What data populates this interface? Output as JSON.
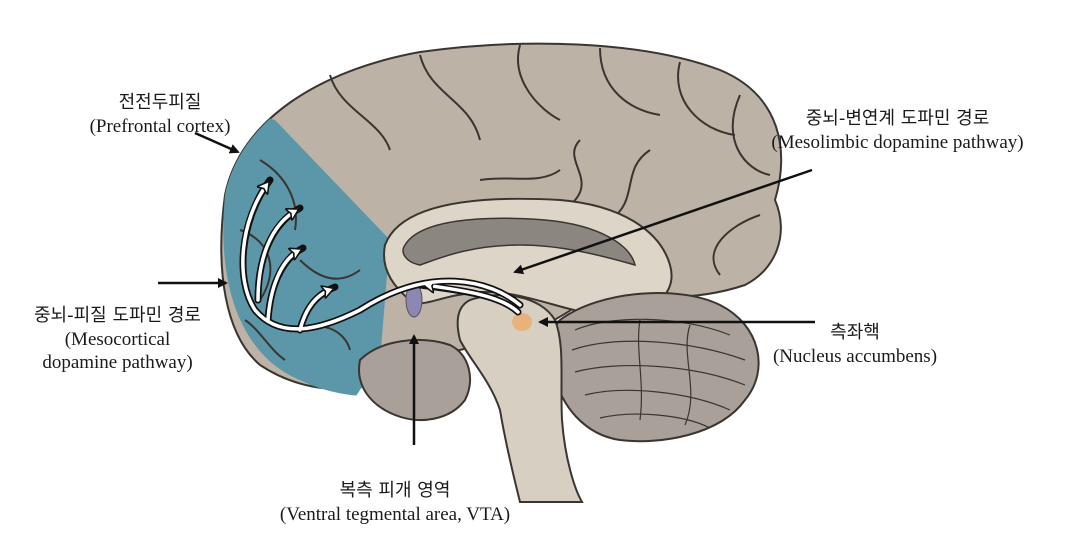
{
  "labels": {
    "pfc": {
      "ko": "전전두피질",
      "en": "(Prefrontal cortex)"
    },
    "mesolimbic": {
      "ko": "중뇌-변연계 도파민 경로",
      "en": "(Mesolimbic dopamine pathway)"
    },
    "mesocortical": {
      "ko": "중뇌-피질 도파민 경로",
      "en1": "(Mesocortical",
      "en2": "dopamine pathway)"
    },
    "nac": {
      "ko": "측좌핵",
      "en": "(Nucleus accumbens)"
    },
    "vta": {
      "ko": "복측 피개 영역",
      "en": "(Ventral tegmental area, VTA)"
    }
  },
  "colors": {
    "cortex": "#bcb3a6",
    "cortex_stroke": "#3a3530",
    "prefrontal": "#5b97a8",
    "inner": "#ddd6c8",
    "ventricle": "#8c8680",
    "cerebellum": "#a8a099",
    "brainstem": "#d7cfc2",
    "vta": "#8d88b3",
    "nac": "#e8b37a",
    "arrow": "#111111",
    "pathway": "#ffffff"
  }
}
